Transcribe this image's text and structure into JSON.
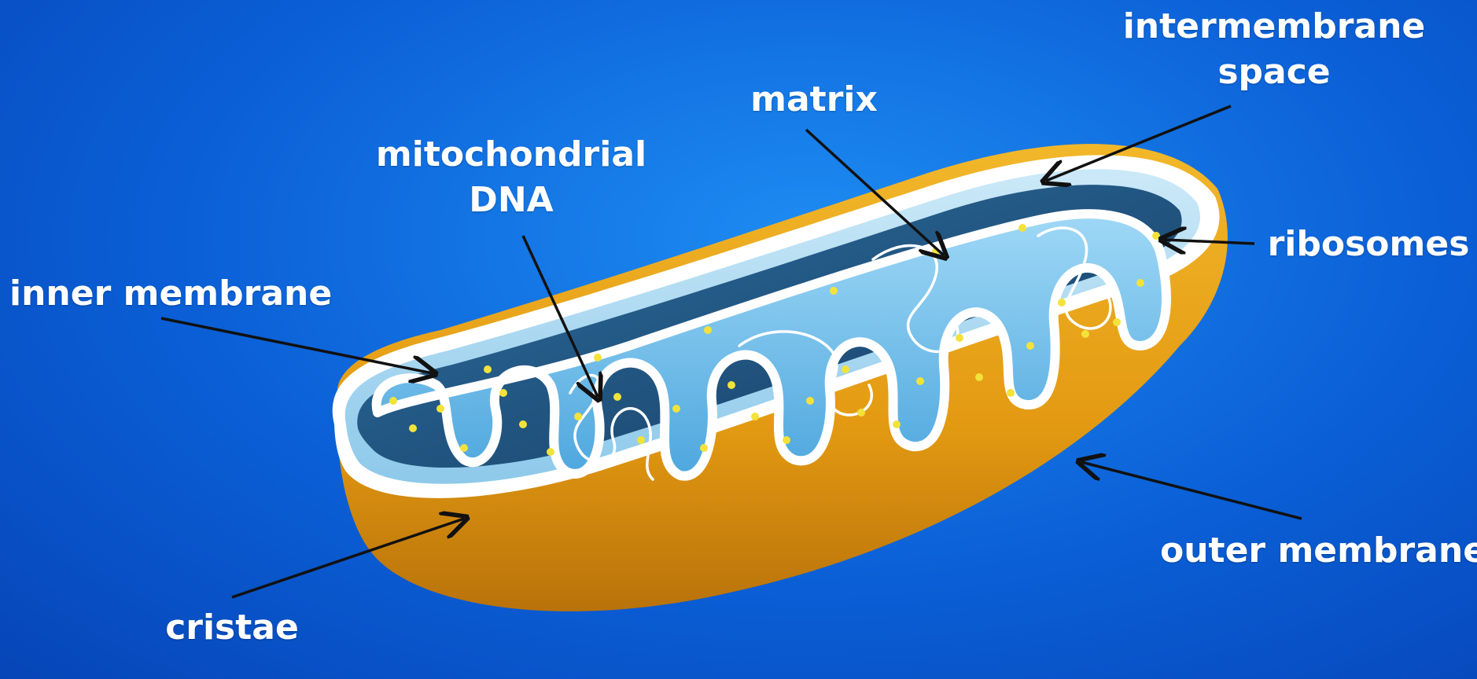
{
  "diagram": {
    "labels": {
      "intermembrane_space": [
        "intermembrane",
        "space"
      ],
      "matrix": "matrix",
      "mitochondrial_dna": [
        "mitochondrial",
        "DNA"
      ],
      "ribosomes": "ribosomes",
      "inner_membrane": "inner membrane",
      "outer_membrane": "outer membrane",
      "cristae": "cristae"
    },
    "colors": {
      "background": "#0b5fd6",
      "outer_membrane": "#e6a019",
      "inner_membrane": "#ffffff",
      "matrix": "#6cc0ef",
      "inner_wall": "#1f5d8c",
      "ribosomes": "#f3e23a",
      "dna": "#ffffff",
      "arrows": "#111111"
    }
  }
}
